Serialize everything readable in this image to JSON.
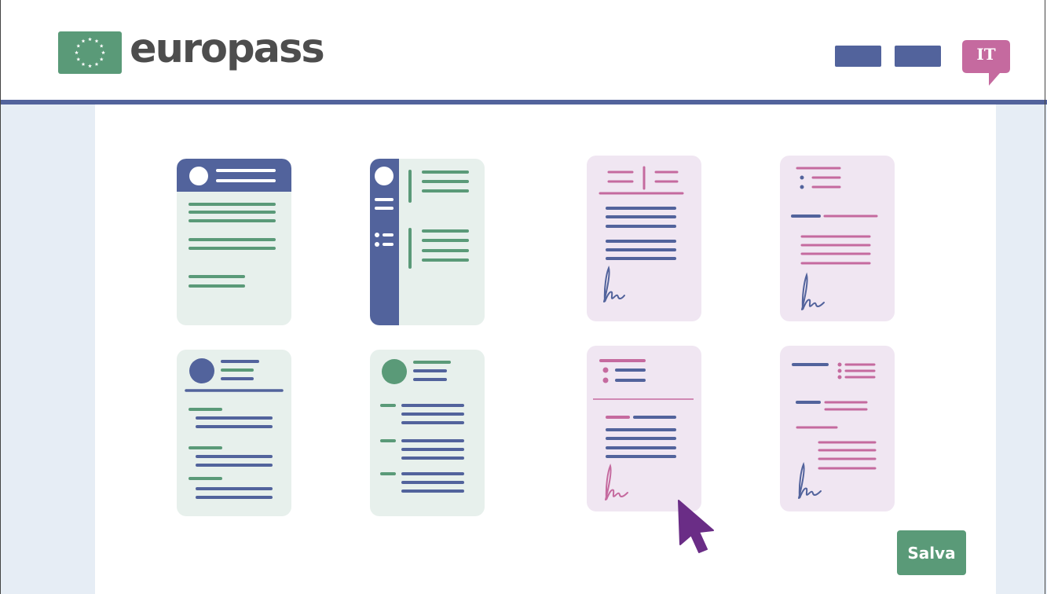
{
  "header": {
    "brand": "europass",
    "language": "IT",
    "nav_buttons": [
      "",
      ""
    ]
  },
  "templates": [
    {
      "id": "template-1",
      "style": "green"
    },
    {
      "id": "template-2",
      "style": "green-sidebar"
    },
    {
      "id": "template-3",
      "style": "pink-signature"
    },
    {
      "id": "template-4",
      "style": "pink-signature"
    },
    {
      "id": "template-5",
      "style": "green-photo"
    },
    {
      "id": "template-6",
      "style": "green-photo"
    },
    {
      "id": "template-7",
      "style": "pink-signature"
    },
    {
      "id": "template-8",
      "style": "pink-signature"
    }
  ],
  "actions": {
    "save_label": "Salva"
  },
  "colors": {
    "navy": "#52639c",
    "green": "#5a9a78",
    "pink": "#c56a9f",
    "mint_card": "#e7f0ec",
    "lilac_card": "#f0e6f2",
    "cursor": "#6a2d86"
  }
}
